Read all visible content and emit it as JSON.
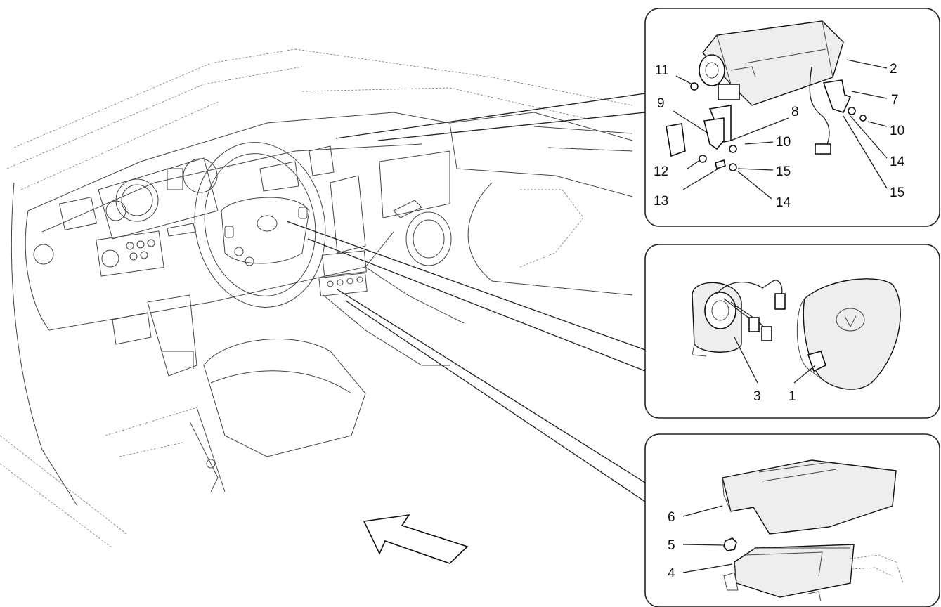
{
  "callouts": {
    "p11": "11",
    "p2": "2",
    "p9": "9",
    "p8": "8",
    "p7": "7",
    "p10a": "10",
    "p10b": "10",
    "p12": "12",
    "p15a": "15",
    "p14a": "14",
    "p15b": "15",
    "p13": "13",
    "p14b": "14",
    "p3": "3",
    "p1": "1",
    "p6": "6",
    "p5": "5",
    "p4": "4"
  }
}
